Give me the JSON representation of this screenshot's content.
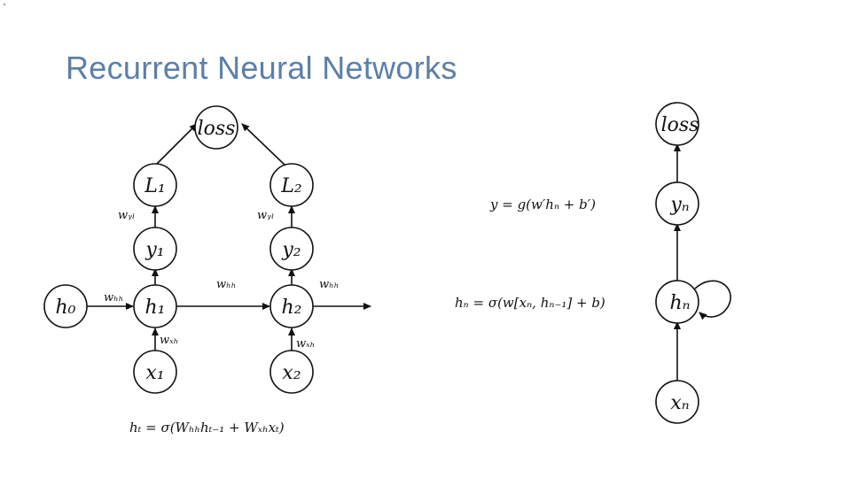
{
  "slide": {
    "title": "Recurrent Neural Networks"
  },
  "unrolled": {
    "loss": "loss",
    "L1": "L₁",
    "L2": "L₂",
    "y1": "y₁",
    "y2": "y₂",
    "h0": "h₀",
    "h1": "h₁",
    "h2": "h₂",
    "x1": "x₁",
    "x2": "x₂",
    "w_yl_1": "wᵧₗ",
    "w_yl_2": "wᵧₗ",
    "w_hh_0": "wₕₕ",
    "w_hh_1": "wₕₕ",
    "w_hh_2": "wₕₕ",
    "w_xh_1": "wₓₕ",
    "w_xh_2": "wₓₕ",
    "formula": "hₜ = σ(Wₕₕhₜ₋₁ + Wₓₕxₜ)"
  },
  "folded": {
    "loss": "loss",
    "yn": "yₙ",
    "hn": "hₙ",
    "xn": "xₙ",
    "output_formula": "y = g(w′hₙ + b′)",
    "hidden_formula": "hₙ = σ(w[xₙ, hₙ₋₁] + b)"
  }
}
